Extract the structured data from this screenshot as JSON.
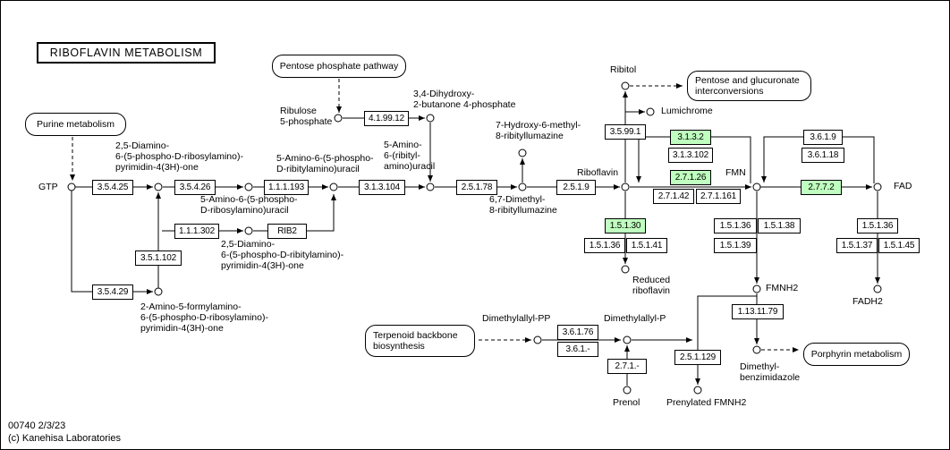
{
  "header": {
    "title": "RIBOFLAVIN  METABOLISM"
  },
  "footer": {
    "map_id": "00740 2/3/23",
    "copyright": "(c) Kanehisa Laboratories"
  },
  "colors": {
    "highlight_green": "#bfffbf",
    "box_background": "#ffffff",
    "line": "#000000"
  },
  "pathway_links": [
    "Pentose phosphate pathway",
    "Purine metabolism",
    "Pentose and glucuronate\ninterconversions",
    "Terpenoid backbone\nbiosynthesis",
    "Porphyrin metabolism"
  ],
  "enzymes": [
    "3.5.4.25",
    "3.5.4.26",
    "1.1.1.193",
    "3.1.3.104",
    "2.5.1.78",
    "2.5.1.9",
    "4.1.99.12",
    "1.1.1.302",
    "RIB2",
    "3.5.1.102",
    "3.5.4.29",
    "3.5.99.1",
    "3.1.3.2",
    "3.1.3.102",
    "2.7.1.26",
    "2.7.1.42",
    "2.7.1.161",
    "3.6.1.9",
    "3.6.1.18",
    "2.7.7.2",
    "1.5.1.30",
    "1.5.1.36",
    "1.5.1.41",
    "1.5.1.36",
    "1.5.1.38",
    "1.5.1.39",
    "1.5.1.36",
    "1.5.1.37",
    "1.5.1.45",
    "1.13.11.79",
    "3.6.1.76",
    "3.6.1.-",
    "2.7.1.-",
    "2.5.1.129"
  ],
  "highlighted_enzymes": [
    "3.1.3.2",
    "2.7.1.26",
    "2.7.7.2",
    "1.5.1.30"
  ],
  "compounds": [
    "GTP",
    "2,5-Diamino-\n6-(5-phospho-D-ribosylamino)-\npyrimidin-4(3H)-one",
    "5-Amino-6-(5-phospho-\nD-ribosylamino)uracil",
    "5-Amino-6-(5-phospho-\nD-ribitylamino)uracil",
    "2,5-Diamino-\n6-(5-phospho-D-ribitylamino)-\npyrimidin-4(3H)-one",
    "2-Amino-5-formylamino-\n6-(5-phospho-D-ribosylamino)-\npyrimidin-4(3H)-one",
    "Ribulose\n5-phosphate",
    "3,4-Dihydroxy-\n2-butanone 4-phosphate",
    "5-Amino-\n6-(ribityl-\namino)uracil",
    "7-Hydroxy-6-methyl-\n8-ribityllumazine",
    "6,7-Dimethyl-\n8-ribityllumazine",
    "Riboflavin",
    "Ribitol",
    "Lumichrome",
    "FMN",
    "FAD",
    "Reduced\nriboflavin",
    "FMNH2",
    "FADH2",
    "Dimethylallyl-PP",
    "Dimethylallyl-P",
    "Prenol",
    "Prenylated FMNH2",
    "Dimethyl-\nbenzimidazole"
  ]
}
